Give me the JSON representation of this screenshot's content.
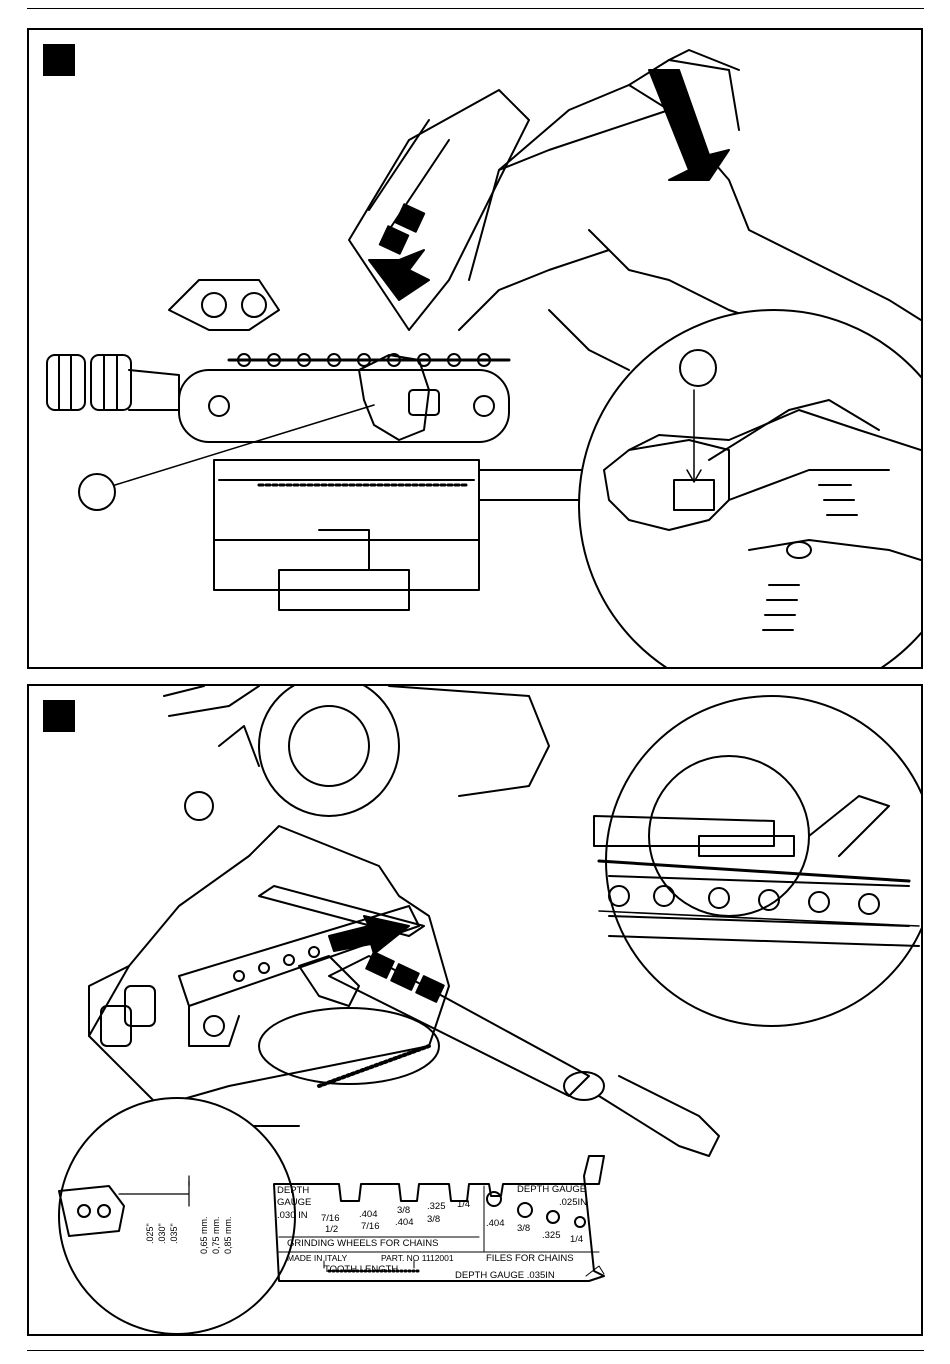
{
  "gauge": {
    "depth_gauge_left": [
      "DEPTH",
      "GAUGE",
      ".030 IN"
    ],
    "wheel_row1": [
      "7/16",
      ".404",
      "3/8",
      ".325",
      "1/4"
    ],
    "wheel_row2": [
      "1/2",
      "7/16",
      ".404",
      "3/8"
    ],
    "grinding_wheels": "GRINDING  WHEELS FOR CHAINS",
    "depth_gauge_right": [
      "DEPTH GAUGE",
      ".025IN"
    ],
    "files_row": [
      ".404",
      "3/8",
      ".325",
      "1/4"
    ],
    "made_in": "MADE IN ITALY",
    "part_no": "PART. NO 1112001",
    "files_for_chains": "FILES FOR CHAINS",
    "tooth_length": "TOOTH LENGTH",
    "depth_gauge_bottom": "DEPTH GAUGE .035IN"
  },
  "measurements": {
    "inches": [
      ".025\"",
      ".030\"",
      ".035\""
    ],
    "mm": [
      "0,65 mm.",
      "0,75 mm.",
      "0,85 mm."
    ]
  }
}
